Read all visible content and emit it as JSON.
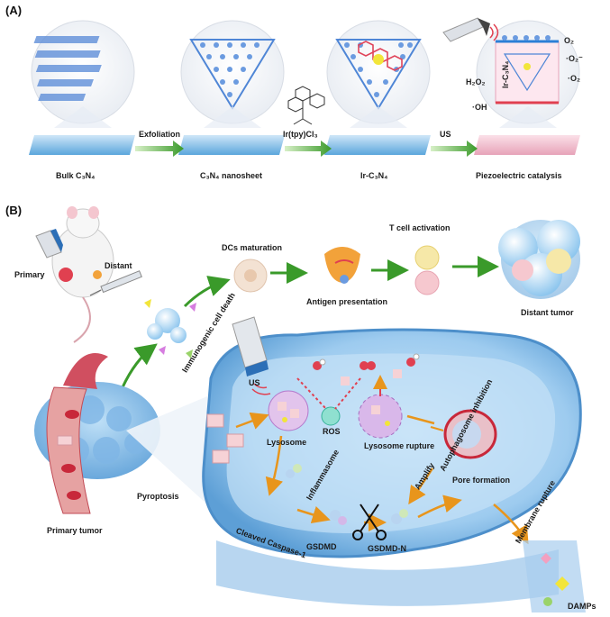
{
  "panel_a": {
    "label": "(A)",
    "stages": [
      "Bulk C₃N₄",
      "C₃N₄ nanosheet",
      "Ir-C₃N₄",
      "Piezoelectric catalysis"
    ],
    "arrows": [
      "Exfoliation",
      "Ir(tpy)Cl₃",
      "US"
    ],
    "species": {
      "o2": "O₂",
      "o2_radical": "·O₂⁻",
      "o2_radical2": "·O₂",
      "h2o2": "H₂O₂",
      "oh": "·OH",
      "tag": "Ir-C₃N₄"
    }
  },
  "panel_b": {
    "label": "(B)",
    "mouse": {
      "primary": "Primary",
      "distant": "Distant"
    },
    "immune": {
      "icd": "Immunogenic cell death",
      "dcs": "DCs maturation",
      "antigen": "Antigen presentation",
      "tcell": "T cell activation",
      "distant_tumor": "Distant tumor"
    },
    "tumor": {
      "primary_tumor": "Primary tumor",
      "pyroptosis": "Pyroptosis"
    },
    "cell": {
      "us": "US",
      "ros": "ROS",
      "lysosome": "Lysosome",
      "lysosome_rupture": "Lysosome rupture",
      "autophagosome": "Autophagosome inhibition",
      "inflammasome": "Inflammasome",
      "amplify": "Amplify",
      "caspase": "Cleaved Caspase-1",
      "gsdmd": "GSDMD",
      "gsdmd_n": "GSDMD-N",
      "pore": "Pore formation",
      "membrane": "Membrane rupture",
      "damps": "DAMPs"
    }
  },
  "colors": {
    "arrow_green": "#3a9a2a",
    "arrow_orange": "#e8951c",
    "cell_blue": "#8fc3ec",
    "cell_inner": "#b9dcf5",
    "tumor_red": "#c8283a"
  }
}
